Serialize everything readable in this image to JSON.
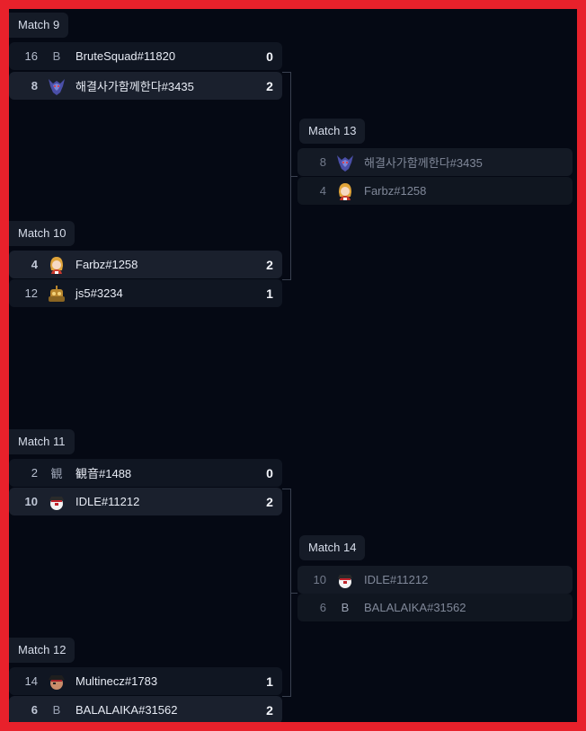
{
  "matches": [
    {
      "id": "m9",
      "label": "Match 9",
      "players": [
        {
          "seed": "16",
          "avatar": "letter",
          "avatar_text": "B",
          "name": "BruteSquad#11820",
          "score": "0",
          "winner": false
        },
        {
          "seed": "8",
          "avatar": "dragon-icon",
          "name": "해결사가함께한다#3435",
          "score": "2",
          "winner": true
        }
      ]
    },
    {
      "id": "m10",
      "label": "Match 10",
      "players": [
        {
          "seed": "4",
          "avatar": "girl-icon",
          "name": "Farbz#1258",
          "score": "2",
          "winner": true
        },
        {
          "seed": "12",
          "avatar": "bot-icon",
          "name": "js5#3234",
          "score": "1",
          "winner": false
        }
      ]
    },
    {
      "id": "m11",
      "label": "Match 11",
      "players": [
        {
          "seed": "2",
          "avatar": "letter",
          "avatar_text": "観",
          "name": "観音#1488",
          "score": "0",
          "winner": false
        },
        {
          "seed": "10",
          "avatar": "pirate-icon",
          "name": "IDLE#11212",
          "score": "2",
          "winner": true
        }
      ]
    },
    {
      "id": "m12",
      "label": "Match 12",
      "players": [
        {
          "seed": "14",
          "avatar": "pirate-icon",
          "name": "Multinecz#1783",
          "score": "1",
          "winner": false
        },
        {
          "seed": "6",
          "avatar": "letter",
          "avatar_text": "B",
          "name": "BALALAIKA#31562",
          "score": "2",
          "winner": true
        }
      ]
    },
    {
      "id": "m13",
      "label": "Match 13",
      "players": [
        {
          "seed": "8",
          "avatar": "dragon-icon",
          "name": "해결사가함께한다#3435"
        },
        {
          "seed": "4",
          "avatar": "girl-icon",
          "name": "Farbz#1258"
        }
      ]
    },
    {
      "id": "m14",
      "label": "Match 14",
      "players": [
        {
          "seed": "10",
          "avatar": "pirate-icon",
          "name": "IDLE#11212"
        },
        {
          "seed": "6",
          "avatar": "letter",
          "avatar_text": "B",
          "name": "BALALAIKA#31562"
        }
      ]
    }
  ]
}
